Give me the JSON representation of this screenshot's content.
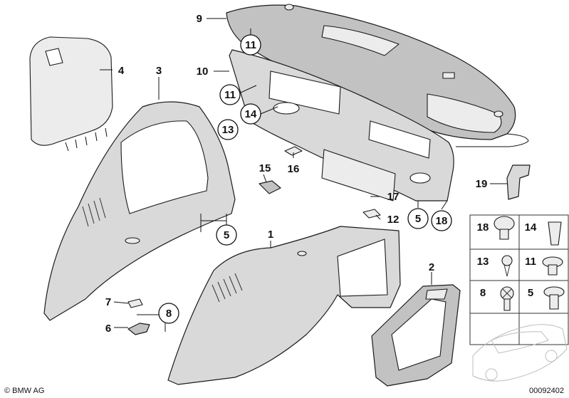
{
  "diagram": {
    "callouts": [
      {
        "id": "c9",
        "text": "9",
        "circled": false
      },
      {
        "id": "c11a",
        "text": "11",
        "circled": true
      },
      {
        "id": "c4",
        "text": "4",
        "circled": false
      },
      {
        "id": "c3",
        "text": "3",
        "circled": false
      },
      {
        "id": "c10",
        "text": "10",
        "circled": false
      },
      {
        "id": "c11b",
        "text": "11",
        "circled": true
      },
      {
        "id": "c14",
        "text": "14",
        "circled": true
      },
      {
        "id": "c13",
        "text": "13",
        "circled": true
      },
      {
        "id": "c15",
        "text": "15",
        "circled": false
      },
      {
        "id": "c16",
        "text": "16",
        "circled": false
      },
      {
        "id": "c17",
        "text": "17",
        "circled": false
      },
      {
        "id": "c12",
        "text": "12",
        "circled": false
      },
      {
        "id": "c5a",
        "text": "5",
        "circled": true
      },
      {
        "id": "c18",
        "text": "18",
        "circled": true
      },
      {
        "id": "c19",
        "text": "19",
        "circled": false
      },
      {
        "id": "c5b",
        "text": "5",
        "circled": true
      },
      {
        "id": "c1",
        "text": "1",
        "circled": false
      },
      {
        "id": "c2",
        "text": "2",
        "circled": false
      },
      {
        "id": "c7",
        "text": "7",
        "circled": false
      },
      {
        "id": "c8",
        "text": "8",
        "circled": true
      },
      {
        "id": "c6",
        "text": "6",
        "circled": false
      }
    ],
    "fastener_grid": [
      {
        "text": "18"
      },
      {
        "text": "14"
      },
      {
        "text": "13"
      },
      {
        "text": "11"
      },
      {
        "text": "8"
      },
      {
        "text": "5"
      }
    ],
    "footer": {
      "brand": "© BMW AG",
      "code": "00092402"
    }
  }
}
